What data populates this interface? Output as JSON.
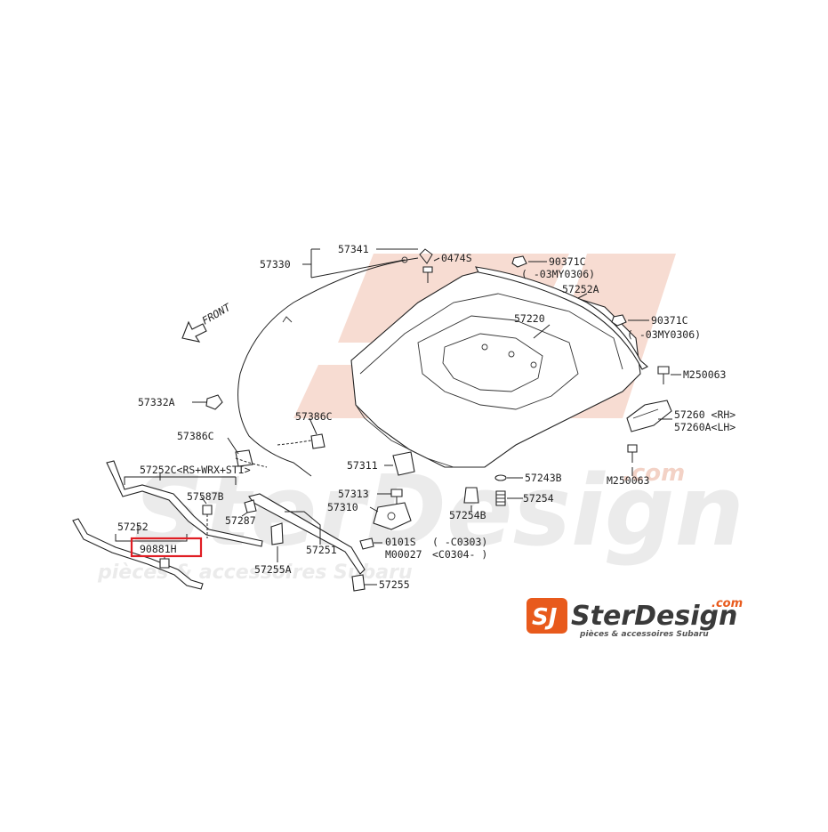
{
  "direction_label": "FRONT",
  "parts": [
    {
      "id": "p57341",
      "label": "57341"
    },
    {
      "id": "p57330",
      "label": "57330"
    },
    {
      "id": "p0474s",
      "label": "0474S"
    },
    {
      "id": "p90371c_1",
      "label": "90371C"
    },
    {
      "id": "p90371c_1_note",
      "label": "(    -03MY0306)"
    },
    {
      "id": "p57252a",
      "label": "57252A"
    },
    {
      "id": "p57220",
      "label": "57220"
    },
    {
      "id": "p90371c_2",
      "label": "90371C"
    },
    {
      "id": "p90371c_2_note",
      "label": "(    -03MY0306)"
    },
    {
      "id": "pm250063_1",
      "label": "M250063"
    },
    {
      "id": "p57332a",
      "label": "57332A"
    },
    {
      "id": "p57386c_1",
      "label": "57386C"
    },
    {
      "id": "p57386c_2",
      "label": "57386C"
    },
    {
      "id": "p57260",
      "label": "57260 <RH>"
    },
    {
      "id": "p57260a",
      "label": "57260A<LH>"
    },
    {
      "id": "p57252c",
      "label": "57252C<RS+WRX+STI>"
    },
    {
      "id": "p57311",
      "label": "57311"
    },
    {
      "id": "p57243b",
      "label": "57243B"
    },
    {
      "id": "pm250063_2",
      "label": "M250063"
    },
    {
      "id": "p57587b",
      "label": "57587B"
    },
    {
      "id": "p57313",
      "label": "57313"
    },
    {
      "id": "p57254",
      "label": "57254"
    },
    {
      "id": "p57310",
      "label": "57310"
    },
    {
      "id": "p57254b",
      "label": "57254B"
    },
    {
      "id": "p57287",
      "label": "57287"
    },
    {
      "id": "p57252",
      "label": "57252"
    },
    {
      "id": "p57251",
      "label": "57251"
    },
    {
      "id": "p0101s",
      "label": "0101S"
    },
    {
      "id": "p0101s_note",
      "label": "(    -C0303)"
    },
    {
      "id": "pm00027",
      "label": "M00027"
    },
    {
      "id": "pm00027_note",
      "label": "<C0304-    )"
    },
    {
      "id": "p90881h",
      "label": "90881H"
    },
    {
      "id": "p57255a",
      "label": "57255A"
    },
    {
      "id": "p57255",
      "label": "57255"
    }
  ],
  "highlight": {
    "part_id": "p90881h",
    "color": "#e01e24"
  },
  "watermark": {
    "text": "SterDesign",
    "domain": ".com",
    "tagline": "pièces & accessoires Subaru",
    "color": "#e8e8e8",
    "accent": "#f5d4c8"
  },
  "logo": {
    "mark": "SJ",
    "name": "SterDesign",
    "domain": ".com",
    "tagline": "pièces & accessoires Subaru",
    "accent_color": "#e85a1c",
    "text_color": "#3a3a3a"
  }
}
